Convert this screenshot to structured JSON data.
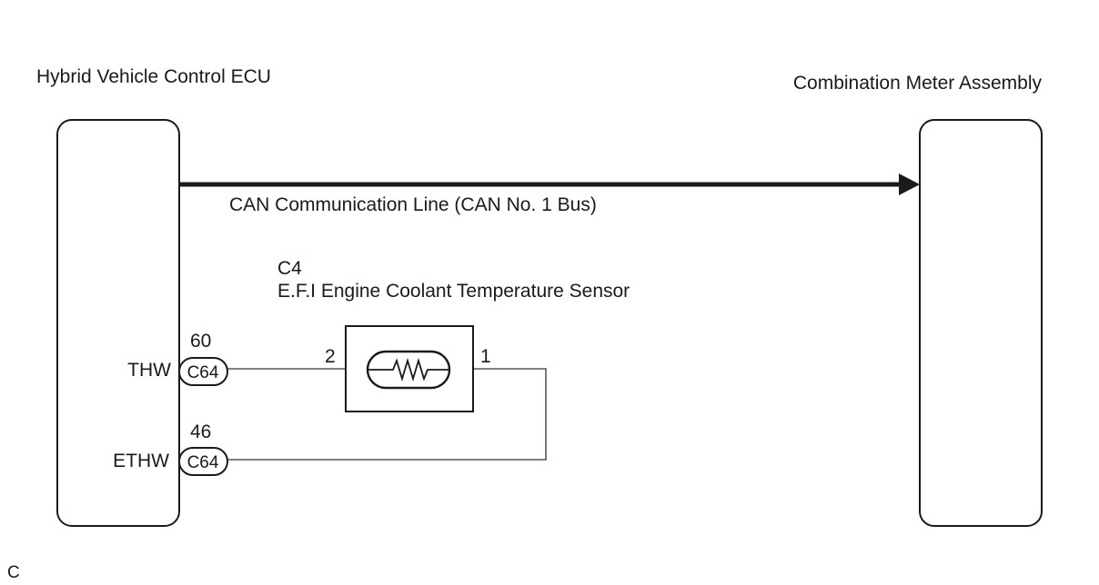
{
  "components": {
    "ecu": {
      "name": "Hybrid Vehicle Control ECU"
    },
    "meter": {
      "name": "Combination Meter Assembly"
    },
    "sensor": {
      "code": "C4",
      "name": "E.F.I Engine Coolant Temperature Sensor",
      "pin_left": "2",
      "pin_right": "1"
    }
  },
  "bus": {
    "label": "CAN Communication Line (CAN No. 1 Bus)"
  },
  "terminals": [
    {
      "signal": "THW",
      "pin": "60",
      "connector": "C64"
    },
    {
      "signal": "ETHW",
      "pin": "46",
      "connector": "C64"
    }
  ],
  "footer": {
    "code": "C"
  },
  "colors": {
    "line": "#1a1a1a",
    "wire": "#555555"
  }
}
